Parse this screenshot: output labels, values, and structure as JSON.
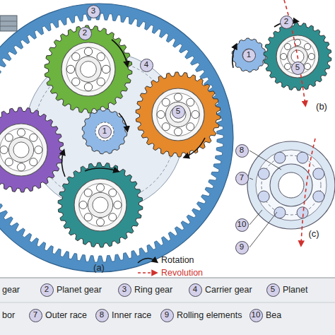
{
  "diagram": {
    "nodes": [
      {
        "text": [
          "3"
        ]
      },
      {
        "text": [
          "2"
        ]
      },
      {
        "text": [
          "4"
        ]
      },
      {
        "text": [
          "5"
        ]
      },
      {
        "text": [
          "1"
        ]
      },
      {
        "text": [
          "1"
        ]
      },
      {
        "text": [
          "2"
        ]
      },
      {
        "text": [
          "5"
        ]
      },
      {
        "text": [
          "8"
        ]
      },
      {
        "text": [
          "7"
        ]
      },
      {
        "text": [
          "10"
        ]
      },
      {
        "text": [
          "9"
        ]
      },
      {
        "text": [
          "2"
        ]
      },
      {
        "text": [
          "3"
        ]
      },
      {
        "text": [
          "4"
        ]
      },
      {
        "text": [
          "5"
        ]
      },
      {
        "text": [
          "7"
        ]
      },
      {
        "text": [
          "8"
        ]
      },
      {
        "text": [
          "9"
        ]
      },
      {
        "text": [
          "10"
        ]
      }
    ],
    "labels": [
      "(a)",
      "(b)",
      "(c)"
    ],
    "legend": [
      {
        "text": "gear"
      },
      {
        "text": "Planet gear"
      },
      {
        "text": "Ring gear"
      },
      {
        "text": "Carrier gear"
      },
      {
        "text": "Planet"
      },
      {
        "text": "bor"
      },
      {
        "text": "Outer race"
      },
      {
        "text": "Inner race"
      },
      {
        "text": "Rolling elements"
      },
      {
        "text": "Bea"
      },
      {
        "text": "Rotation"
      },
      {
        "text": "Revolution"
      }
    ]
  }
}
